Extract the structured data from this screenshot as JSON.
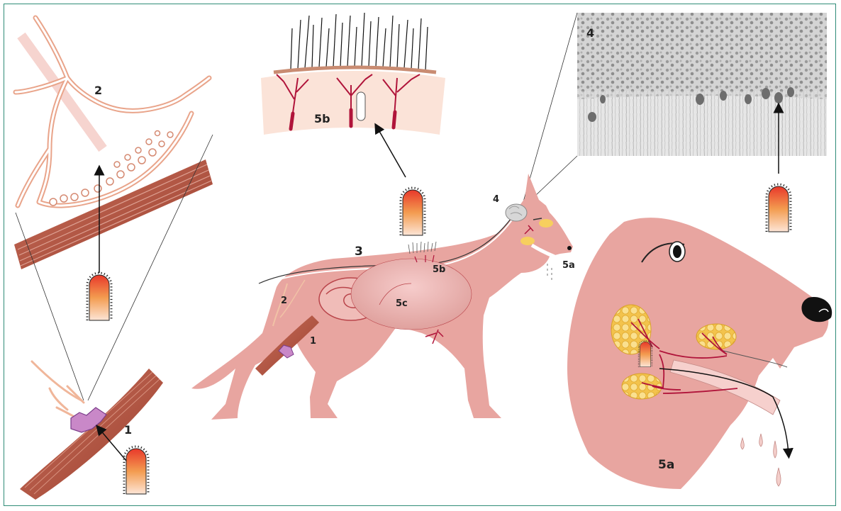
{
  "figure": {
    "border_color": "#2f8c77",
    "dog_color": "#e8a5a0",
    "nerve_color": "#c8183a",
    "pathogen_gradient": [
      "#e8382a",
      "#f39c50",
      "#fde5d6"
    ],
    "muscle_color": "#b85540",
    "salivary_gland_color": "#f7cf5e"
  },
  "labels": {
    "inset_nerve_2": "2",
    "inset_muscle_1": "1",
    "inset_skin_5b": "5b",
    "inset_histology_4": "4",
    "inset_head_5a": "5a",
    "dog_1": "1",
    "dog_2": "2",
    "dog_3": "3",
    "dog_4": "4",
    "dog_5a": "5a",
    "dog_5b": "5b",
    "dog_5c": "5c"
  }
}
